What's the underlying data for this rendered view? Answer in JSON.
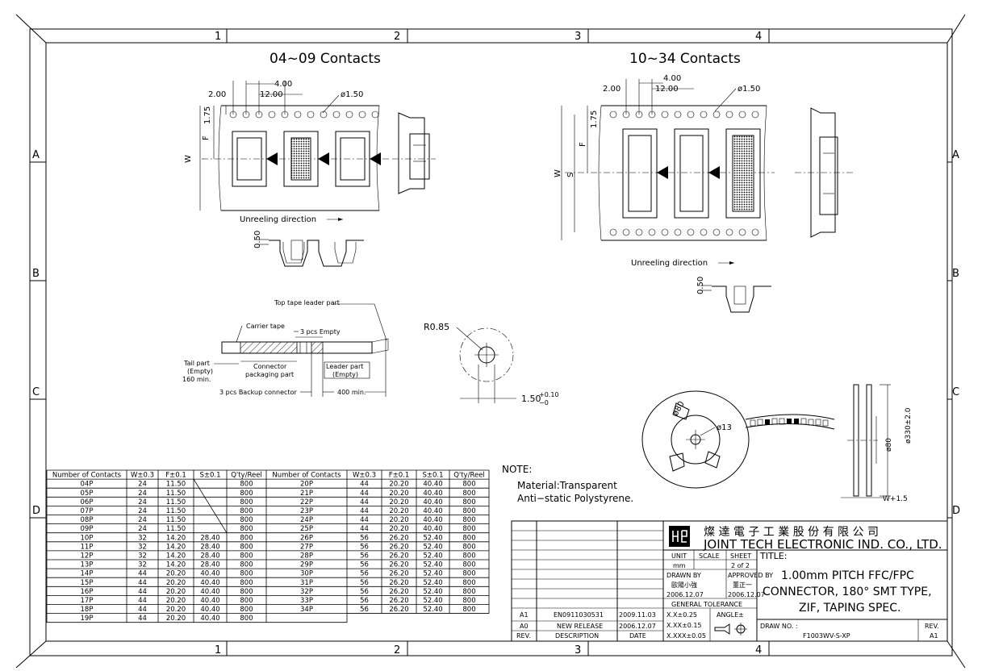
{
  "zones": {
    "columns": [
      "1",
      "2",
      "3",
      "4"
    ],
    "rows": [
      "A",
      "B",
      "C",
      "D"
    ]
  },
  "views": {
    "left_title": "04~09  Contacts",
    "right_title": "10~34  Contacts",
    "dim_pitch": "4.00",
    "dim_offset": "2.00",
    "dim_span": "12.00",
    "dim_hole": "ø1.50",
    "dim_f": "F",
    "dim_w": "W",
    "dim_s": "S",
    "dim_175": "1.75",
    "dim_050": "0.50",
    "unreel": "Unreeling direction"
  },
  "tape_layout": {
    "top_tape": "Top tape leader part",
    "carrier": "Carrier tape",
    "empty3": "3 pcs Empty",
    "tail_l1": "Tail part",
    "tail_l2": "(Empty)",
    "tail_l3": "160 min.",
    "conn_l1": "Connector",
    "conn_l2": "packaging part",
    "leader_l1": "Leader part",
    "leader_l2": "(Empty)",
    "backup": "3 pcs Backup connector",
    "min400": "400 min."
  },
  "hole_detail": {
    "radius": "R0.85",
    "dia": "1.50",
    "tol_plus": "+0.10",
    "tol_minus": "−0"
  },
  "reel": {
    "dia80": "ø80",
    "dia13": "ø13",
    "side_dia80": "ø80",
    "side_dia330": "ø330±2.0",
    "side_w": "W+1.5"
  },
  "note": {
    "head": "NOTE:",
    "line1": "Material:Transparent",
    "line2": "Anti−static  Polystyrene."
  },
  "table": {
    "headers": [
      "Number of Contacts",
      "W±0.3",
      "F±0.1",
      "S±0.1",
      "Q'ty/Reel",
      "Number of Contacts",
      "W±0.3",
      "F±0.1",
      "S±0.1",
      "Q'ty/Reel"
    ],
    "rows": [
      [
        "04P",
        "24",
        "11.50",
        "",
        "800",
        "20P",
        "44",
        "20.20",
        "40.40",
        "800"
      ],
      [
        "05P",
        "24",
        "11.50",
        "",
        "800",
        "21P",
        "44",
        "20.20",
        "40.40",
        "800"
      ],
      [
        "06P",
        "24",
        "11.50",
        "",
        "800",
        "22P",
        "44",
        "20.20",
        "40.40",
        "800"
      ],
      [
        "07P",
        "24",
        "11.50",
        "",
        "800",
        "23P",
        "44",
        "20.20",
        "40.40",
        "800"
      ],
      [
        "08P",
        "24",
        "11.50",
        "",
        "800",
        "24P",
        "44",
        "20.20",
        "40.40",
        "800"
      ],
      [
        "09P",
        "24",
        "11.50",
        "",
        "800",
        "25P",
        "44",
        "20.20",
        "40.40",
        "800"
      ],
      [
        "10P",
        "32",
        "14.20",
        "28.40",
        "800",
        "26P",
        "56",
        "26.20",
        "52.40",
        "800"
      ],
      [
        "11P",
        "32",
        "14.20",
        "28.40",
        "800",
        "27P",
        "56",
        "26.20",
        "52.40",
        "800"
      ],
      [
        "12P",
        "32",
        "14.20",
        "28.40",
        "800",
        "28P",
        "56",
        "26.20",
        "52.40",
        "800"
      ],
      [
        "13P",
        "32",
        "14.20",
        "28.40",
        "800",
        "29P",
        "56",
        "26.20",
        "52.40",
        "800"
      ],
      [
        "14P",
        "44",
        "20.20",
        "40.40",
        "800",
        "30P",
        "56",
        "26.20",
        "52.40",
        "800"
      ],
      [
        "15P",
        "44",
        "20.20",
        "40.40",
        "800",
        "31P",
        "56",
        "26.20",
        "52.40",
        "800"
      ],
      [
        "16P",
        "44",
        "20.20",
        "40.40",
        "800",
        "32P",
        "56",
        "26.20",
        "52.40",
        "800"
      ],
      [
        "17P",
        "44",
        "20.20",
        "40.40",
        "800",
        "33P",
        "56",
        "26.20",
        "52.40",
        "800"
      ],
      [
        "18P",
        "44",
        "20.20",
        "40.40",
        "800",
        "34P",
        "56",
        "26.20",
        "52.40",
        "800"
      ],
      [
        "19P",
        "44",
        "20.20",
        "40.40",
        "800",
        "",
        "",
        "",
        "",
        ""
      ]
    ]
  },
  "title_block": {
    "company_cn": "燦 達 電 子 工 業 股 份 有 限 公 司",
    "company_en": "JOINT TECH ELECTRONIC IND. CO., LTD.",
    "unit_label": "UNIT",
    "unit_value": "mm",
    "scale_label": "SCALE",
    "sheet_label": "SHEET",
    "sheet_value": "2 of 2",
    "drawn_label": "DRAWN BY",
    "drawn_name": "歐陽小強",
    "drawn_date": "2006.12.07",
    "approved_label": "APPROVED BY",
    "approved_name": "董正一",
    "approved_date": "2006.12.07",
    "tol_head": "GENERAL TOLERANCE",
    "tol1": "X.X±0.25",
    "tol2": "X.XX±0.15",
    "tol3": "X.XXX±0.05",
    "angle": "ANGLE±",
    "title_label": "TITLE:",
    "title_l1": "1.00mm PITCH FFC/FPC",
    "title_l2": "CONNECTOR, 180° SMT TYPE,",
    "title_l3": "ZIF,  TAPING SPEC.",
    "drawno_label": "DRAW NO. :",
    "drawno_value": "F1003WV-S-XP",
    "rev_label": "REV.",
    "rev_value": "A1",
    "revisions": [
      {
        "rev": "A1",
        "desc": "EN0911030531",
        "date": "2009.11.03"
      },
      {
        "rev": "A0",
        "desc": "NEW RELEASE",
        "date": "2006.12.07"
      }
    ],
    "rev_col_rev": "REV.",
    "rev_col_desc": "DESCRIPTION",
    "rev_col_date": "DATE"
  }
}
